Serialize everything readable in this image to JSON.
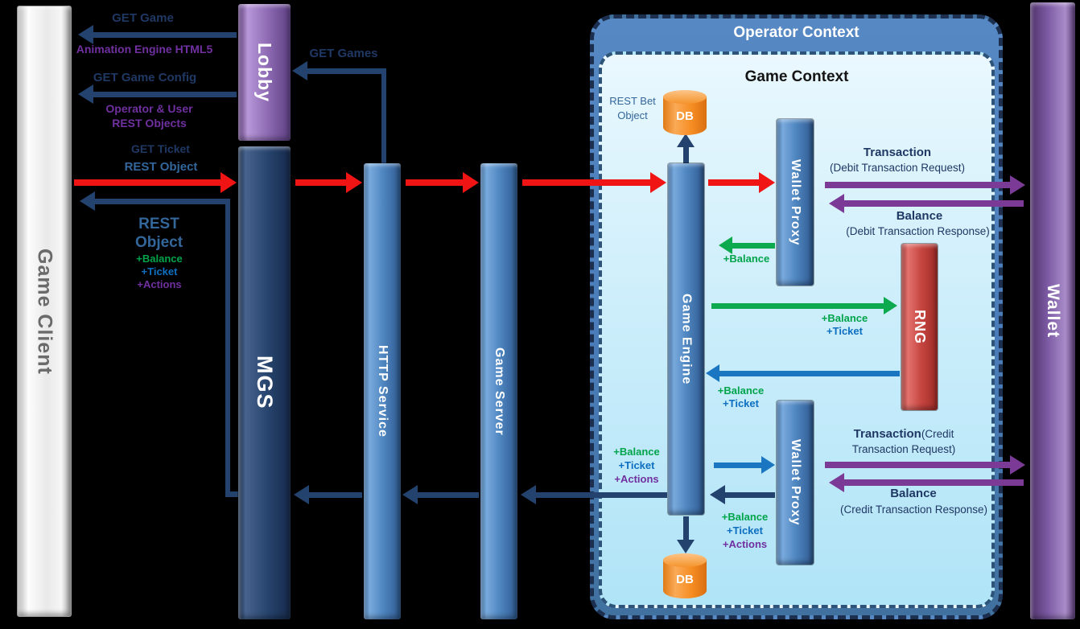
{
  "colors": {
    "red": "#F01414",
    "navy": "#24426E",
    "green": "#0DA94E",
    "blue": "#1B76C2",
    "purple": "#7C3A97",
    "navy_text": "#1F3864",
    "steel_text": "#33669A",
    "purple_text": "#7030A0",
    "green_text": "#00A44A",
    "blue_text": "#0E6FC0"
  },
  "containers": {
    "operator_context": "Operator Context",
    "game_context": "Game Context"
  },
  "nodes": {
    "game_client": "Game Client",
    "lobby": "Lobby",
    "mgs": "MGS",
    "http_service": "HTTP Service",
    "game_server": "Game Server",
    "game_engine": "Game Engine",
    "wallet_proxy_top": "Wallet Proxy",
    "wallet_proxy_bottom": "Wallet Proxy",
    "rng": "RNG",
    "wallet": "Wallet",
    "db_top": "DB",
    "db_bottom": "DB"
  },
  "labels": {
    "get_game": "GET Game",
    "animation_engine": "Animation Engine HTML5",
    "get_game_config": "GET Game Config",
    "operator_user_1": "Operator & User",
    "operator_user_2": "REST Objects",
    "get_games": "GET Games",
    "get_ticket": "GET Ticket",
    "rest_object": "REST Object",
    "rest_1": "REST",
    "rest_2": "Object",
    "plus_balance": "+Balance",
    "plus_ticket": "+Ticket",
    "plus_actions": "+Actions",
    "rest_bet_1": "REST Bet",
    "rest_bet_2": "Object",
    "transaction_debit_title": "Transaction",
    "transaction_debit_sub": "(Debit Transaction Request)",
    "balance_debit_title": "Balance",
    "balance_debit_sub": "(Debit Transaction Response)",
    "transaction_credit_title": "Transaction",
    "transaction_credit_inline": "(Credit",
    "transaction_credit_2": "Transaction Request)",
    "balance_credit_title": "Balance",
    "balance_credit_sub": "(Credit Transaction Response)"
  }
}
